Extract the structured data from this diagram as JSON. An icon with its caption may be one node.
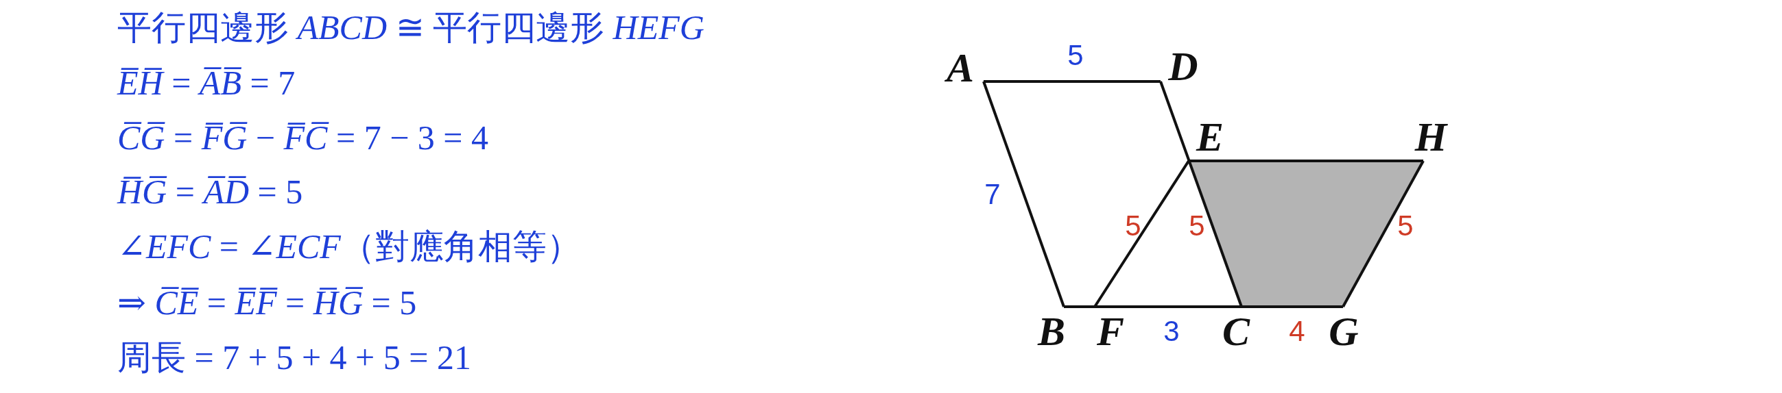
{
  "diagram": {
    "labels": [
      "平行四邊形 *ABCD* ≅ 平行四邊形 *HEFG*",
      "*E̅H̅* = *A̅B̅* = 7",
      "*C̅G̅* = *F̅G̅* − *F̅C̅* = 7 − 3 = 4",
      "*H̅G̅* = *A̅D̅* = 5",
      "∠*EFC* = ∠*ECF*（對應角相等）",
      "⇒ *C̅E̅* = *E̅F̅* = *H̅G̅* = 5",
      "周長 = 7 + 5 + 4 + 5 = 21",
      "A",
      "5",
      "D",
      "E",
      "H",
      "7",
      "5",
      "5",
      "5",
      "B",
      "F",
      "3",
      "C",
      "4",
      "G"
    ]
  }
}
